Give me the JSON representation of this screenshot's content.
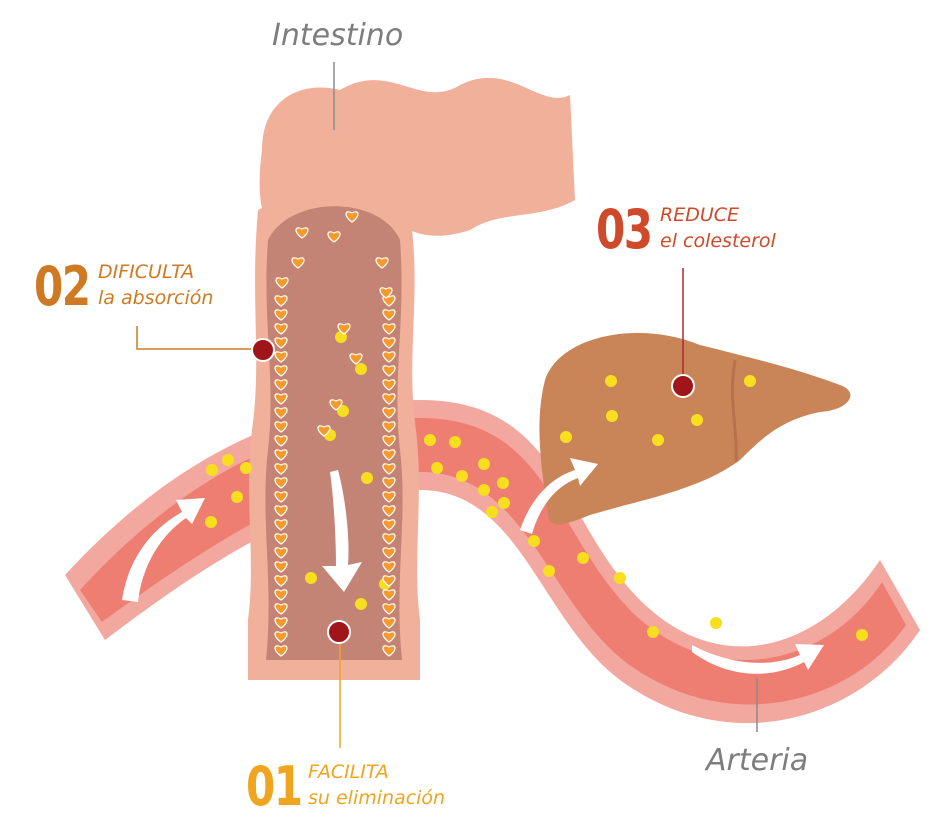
{
  "labels": {
    "intestine": "Intestino",
    "artery": "Arteria"
  },
  "steps": [
    {
      "number": "01",
      "title": "FACILITA",
      "subtitle": "su eliminación",
      "color": "#f0a51e"
    },
    {
      "number": "02",
      "title": "DIFICULTA",
      "subtitle": "la absorción",
      "color": "#cf7a22"
    },
    {
      "number": "03",
      "title": "REDUCE",
      "subtitle": "el colesterol",
      "color": "#cf4a2a"
    }
  ],
  "colors": {
    "intestine_outer": "#f0b09a",
    "intestine_inner": "#c48475",
    "artery_wall": "#f3a89f",
    "artery_lumen": "#ef7e72",
    "liver": "#c98458",
    "liver_shadow": "#b8714a",
    "particle": "#f7df1f",
    "heart": "#f59a2c",
    "marker": "#a01519",
    "connector_02": "#cf7a22",
    "connector_01": "#f0a51e",
    "connector_03": "#b0292a",
    "connector_gray": "#8a8a8a"
  },
  "icons": {
    "flow_arrows": "curved-arrow-icon",
    "heart_particles": "heart-icon",
    "markers": "dot-marker-icon"
  }
}
